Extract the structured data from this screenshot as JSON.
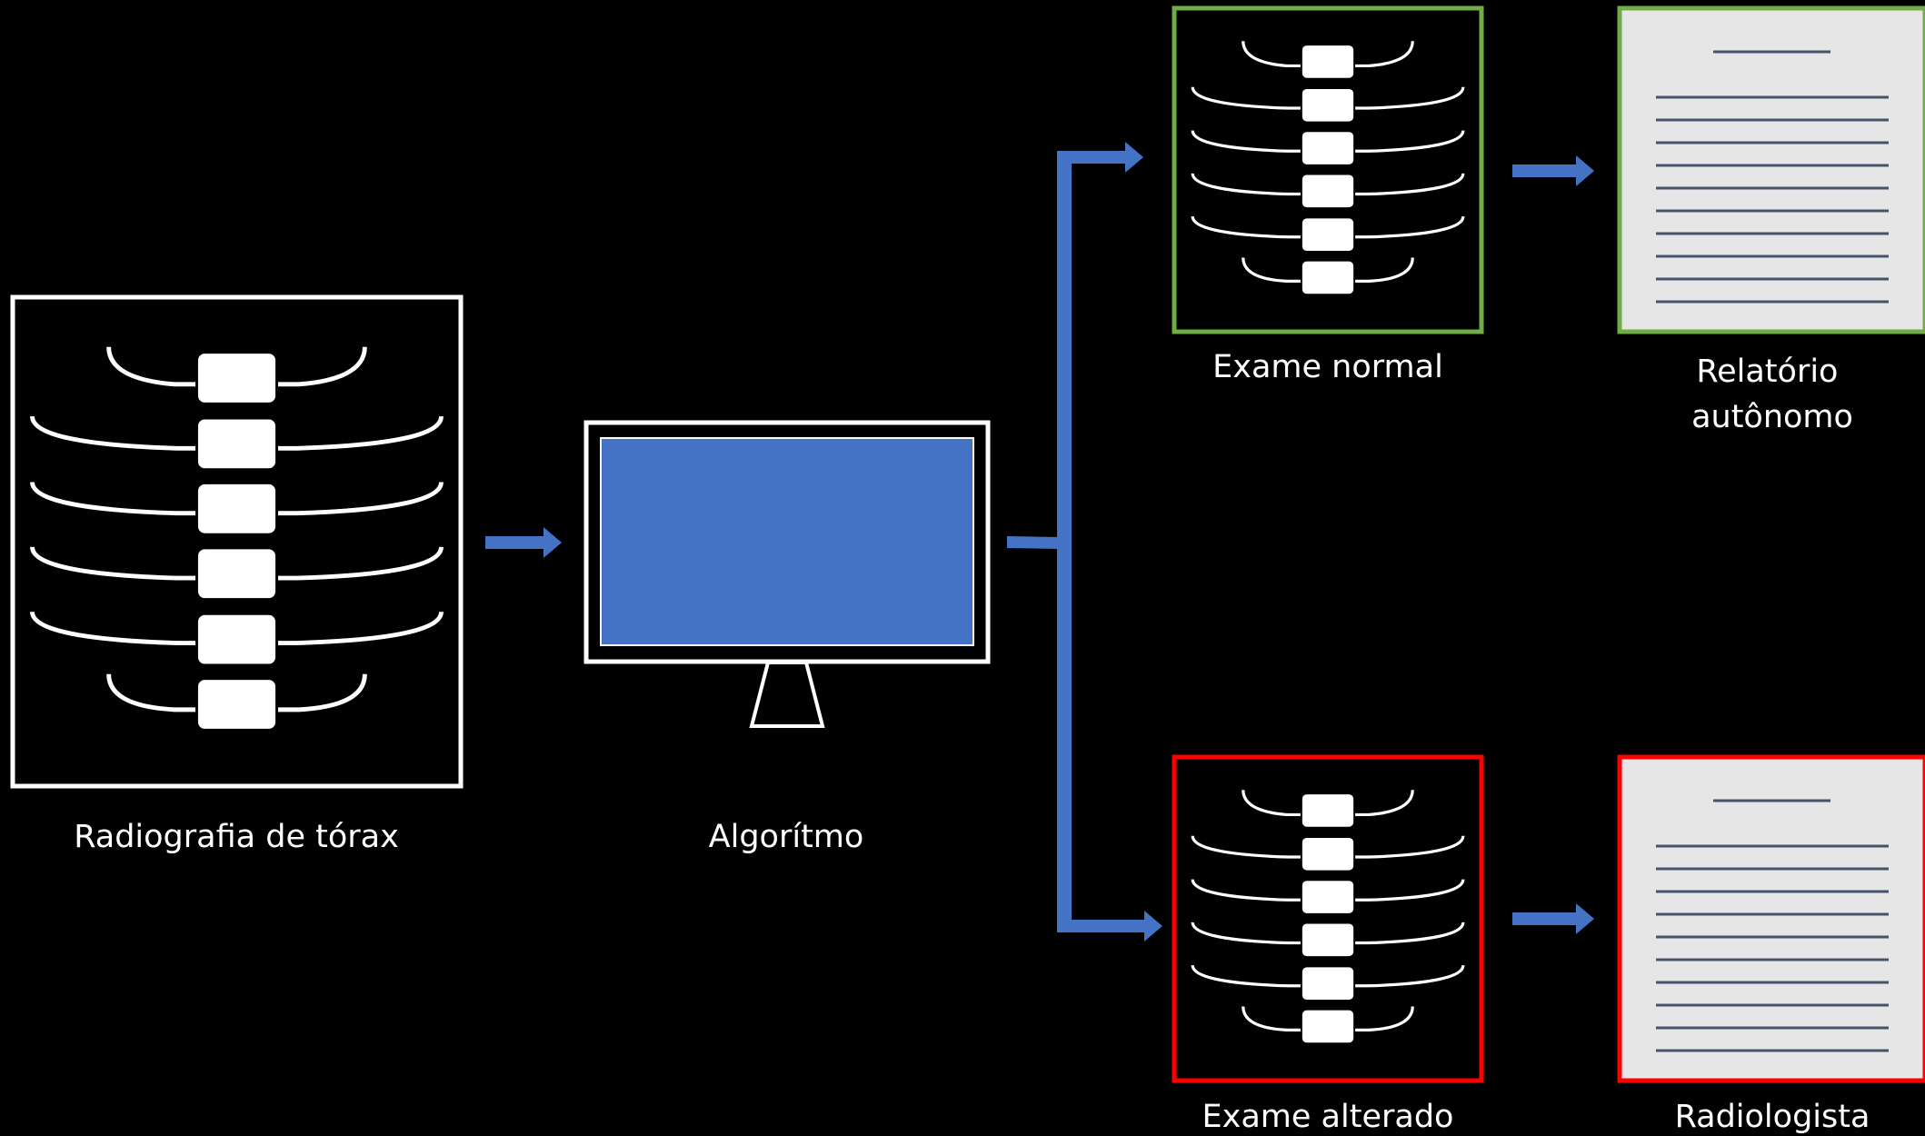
{
  "labels": {
    "input": "Radiografia de tórax",
    "algorithm": "Algorítmo",
    "normal_exam": "Exame normal",
    "normal_report_line1": "Relatório",
    "normal_report_line2": "autônomo",
    "altered_exam": "Exame alterado",
    "altered_report": "Radiologista"
  },
  "colors": {
    "background": "#000000",
    "arrow": "#4472C4",
    "screen": "#4472C4",
    "normal_frame": "#70AD47",
    "altered_frame": "#FF0000",
    "report_paper": "#E7E6E6",
    "report_lines": "#44546A",
    "outline": "#FFFFFF"
  },
  "icons": {
    "input": "chest-xray-icon",
    "algorithm": "computer-monitor-icon",
    "normal_exam": "chest-xray-icon",
    "altered_exam": "chest-xray-icon",
    "normal_report": "document-icon",
    "altered_report": "document-icon"
  }
}
